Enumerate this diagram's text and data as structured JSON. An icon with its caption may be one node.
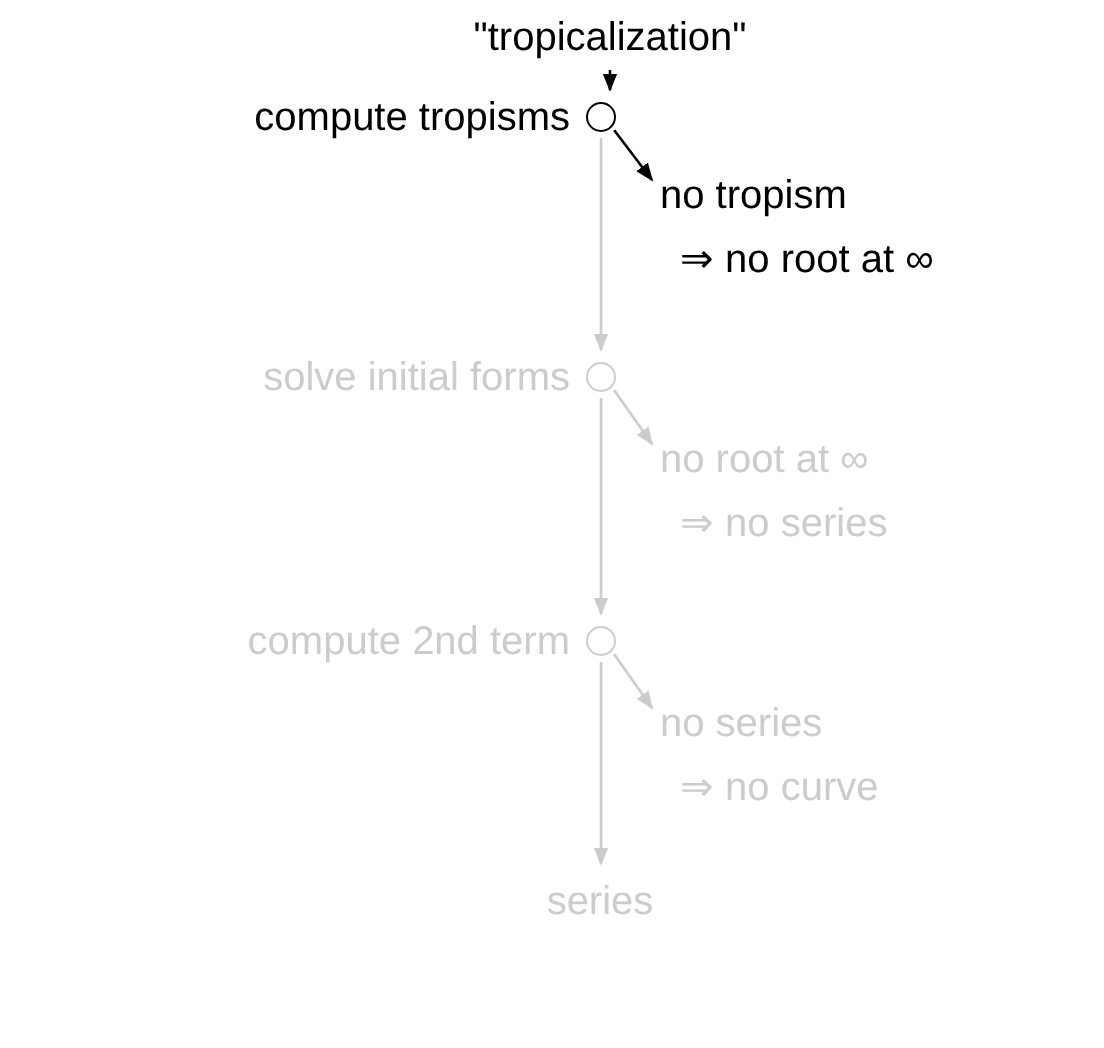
{
  "diagram": {
    "nodes": [
      {
        "text": [
          "\"tropicalization\""
        ]
      },
      {
        "text": [],
        "shape": "circle",
        "beside": [
          "compute tropisms"
        ]
      },
      {
        "text": [
          "no tropism",
          "⇒ no root at ∞"
        ]
      },
      {
        "text": [],
        "shape": "circle",
        "beside": [
          "solve initial forms"
        ]
      },
      {
        "text": [
          "no root at ∞",
          "⇒ no series"
        ]
      },
      {
        "text": [],
        "shape": "circle",
        "beside": [
          "compute 2nd term"
        ]
      },
      {
        "text": [
          "no series",
          "⇒ no curve"
        ]
      },
      {
        "text": [
          "series"
        ]
      }
    ],
    "edges": [
      {
        "from": 0,
        "to": 1,
        "arrow": "to",
        "color": "#000000"
      },
      {
        "from": 1,
        "to": 2,
        "arrow": "to",
        "color": "#000000"
      },
      {
        "from": 1,
        "to": 3,
        "arrow": "to"
      },
      {
        "from": 3,
        "to": 4,
        "arrow": "to"
      },
      {
        "from": 3,
        "to": 5,
        "arrow": "to"
      },
      {
        "from": 5,
        "to": 6,
        "arrow": "to"
      },
      {
        "from": 5,
        "to": 7,
        "arrow": "to"
      }
    ]
  }
}
